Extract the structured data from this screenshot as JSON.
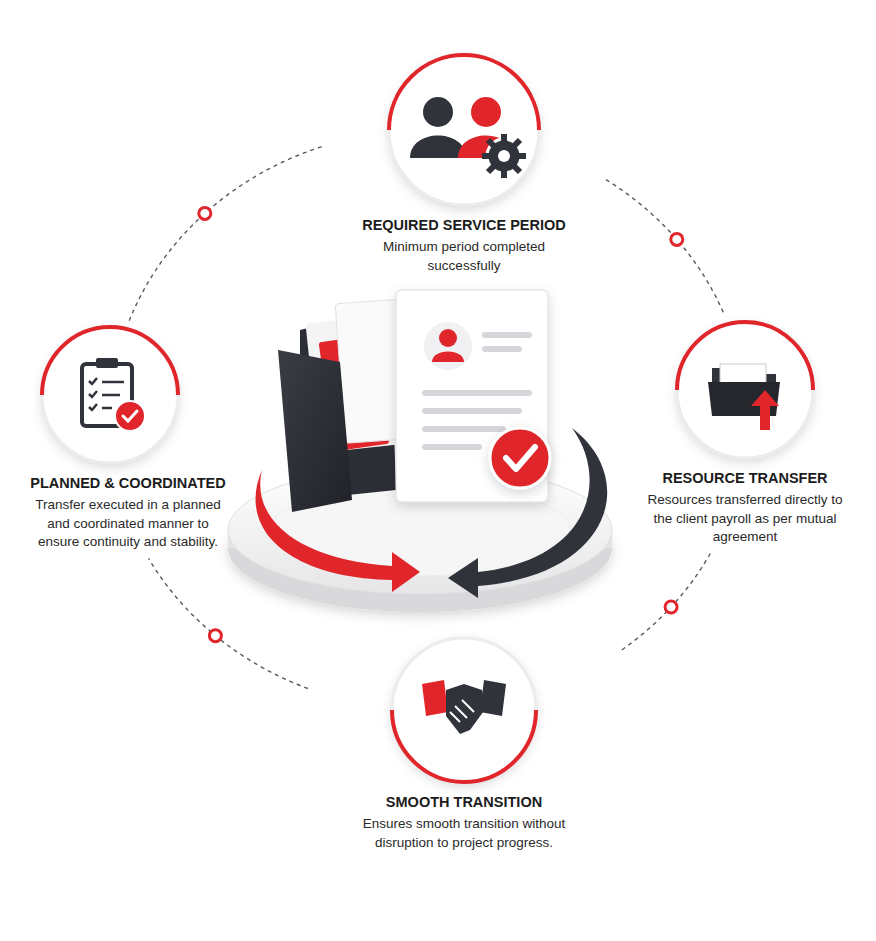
{
  "diagram": {
    "nodes": [
      {
        "text": [
          "REQUIRED SERVICE PERIOD",
          "Minimum period completed successfully"
        ]
      },
      {
        "text": [
          "PLANNED & COORDINATED",
          "Transfer executed in a planned and coordinated manner to ensure continuity and stability."
        ]
      },
      {
        "text": [
          "RESOURCE TRANSFER",
          "Resources transferred directly to the client payroll as per mutual agreement"
        ]
      },
      {
        "text": [
          "SMOOTH TRANSITION",
          "Ensures smooth transition without disruption to project progress."
        ]
      }
    ],
    "edges": [
      {
        "from": 0,
        "to": 2,
        "arrow": "none"
      },
      {
        "from": 2,
        "to": 3,
        "arrow": "none"
      },
      {
        "from": 3,
        "to": 1,
        "arrow": "none"
      },
      {
        "from": 1,
        "to": 0,
        "arrow": "none"
      }
    ]
  }
}
